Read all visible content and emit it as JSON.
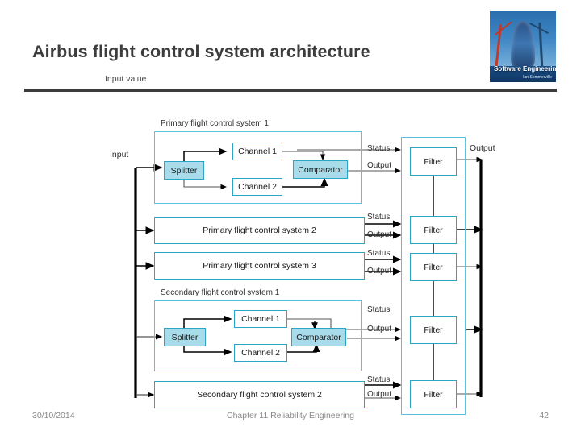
{
  "slide": {
    "title": "Airbus flight control system architecture",
    "input_value_label": "Input value"
  },
  "logo": {
    "name": "software-engineering-book-cover",
    "title": "Software Engineering",
    "author": "Ian Sommerville"
  },
  "diagram": {
    "input_bus_label": "Input",
    "output_bus_label": "Output",
    "status_label": "Status",
    "output_label": "Output",
    "filter_label": "Filter",
    "groups": [
      {
        "label": "Primary flight control system 1",
        "nodes": {
          "splitter": "Splitter",
          "channel1": "Channel 1",
          "channel2": "Channel 2",
          "comparator": "Comparator"
        }
      },
      {
        "label": "Secondary flight control system 1",
        "nodes": {
          "splitter": "Splitter",
          "channel1": "Channel 1",
          "channel2": "Channel 2",
          "comparator": "Comparator"
        }
      }
    ],
    "collapsed_systems": [
      "Primary flight control system 2",
      "Primary flight control system 3",
      "Secondary flight control system 2"
    ],
    "filters": [
      "Filter",
      "Filter",
      "Filter",
      "Filter",
      "Filter"
    ],
    "status_labels": [
      "Status",
      "Status",
      "Status",
      "Status",
      "Status"
    ],
    "output_labels": [
      "Output",
      "Output",
      "Output",
      "Output",
      "Output"
    ],
    "colors": {
      "node_fill": "#a8dcea",
      "node_border": "#2aa5c6",
      "container_border": "#5bc2dd",
      "bus": "#000000",
      "rule": "#3b3b3b"
    }
  },
  "footer": {
    "date": "30/10/2014",
    "center": "Chapter 11 Reliability Engineering",
    "page": "42"
  }
}
